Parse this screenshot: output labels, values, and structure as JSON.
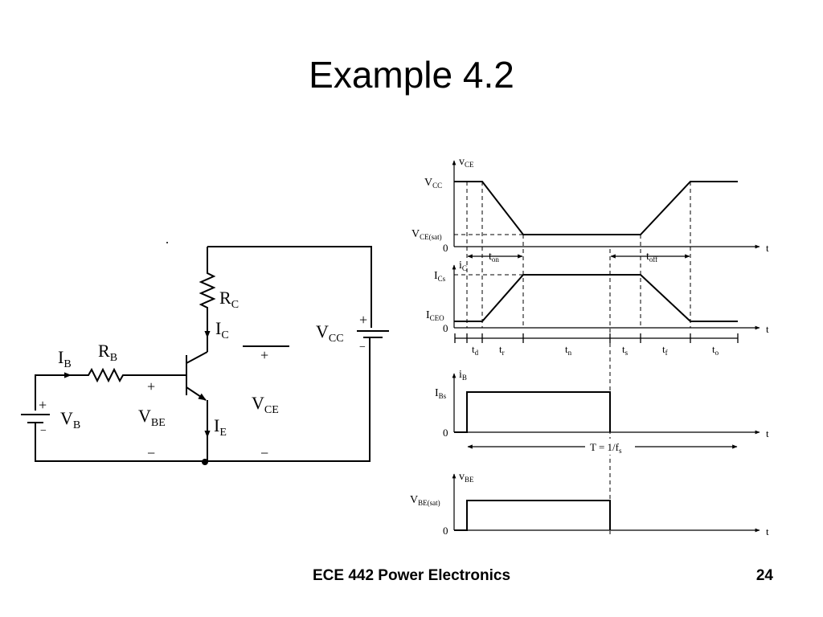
{
  "slide": {
    "title": "Example 4.2",
    "footer": "ECE 442 Power Electronics",
    "page_number": "24"
  },
  "circuit": {
    "ib": {
      "main": "I",
      "sub": "B"
    },
    "rb": {
      "main": "R",
      "sub": "B"
    },
    "rc": {
      "main": "R",
      "sub": "C"
    },
    "ic": {
      "main": "I",
      "sub": "C"
    },
    "ie": {
      "main": "I",
      "sub": "E"
    },
    "vb": {
      "main": "V",
      "sub": "B"
    },
    "vbe": {
      "main": "V",
      "sub": "BE"
    },
    "vce": {
      "main": "V",
      "sub": "CE"
    },
    "vcc": {
      "main": "V",
      "sub": "CC"
    },
    "plus": "+",
    "minus": "−"
  },
  "waveforms": {
    "time_axis": "t",
    "zero": "0",
    "vce": {
      "axis": {
        "main": "v",
        "sub": "CE"
      },
      "high": {
        "main": "V",
        "sub": "CC"
      },
      "low": {
        "main": "V",
        "sub": "CE(sat)"
      },
      "ton": {
        "main": "t",
        "sub": "on"
      },
      "toff": {
        "main": "t",
        "sub": "off"
      }
    },
    "ic": {
      "axis": {
        "main": "i",
        "sub": "C"
      },
      "high": {
        "main": "I",
        "sub": "Cs"
      },
      "low": {
        "main": "I",
        "sub": "CEO"
      },
      "intervals": [
        {
          "main": "t",
          "sub": "d"
        },
        {
          "main": "t",
          "sub": "r"
        },
        {
          "main": "t",
          "sub": "n"
        },
        {
          "main": "t",
          "sub": "s"
        },
        {
          "main": "t",
          "sub": "f"
        },
        {
          "main": "t",
          "sub": "o"
        }
      ]
    },
    "ib": {
      "axis": {
        "main": "i",
        "sub": "B"
      },
      "high": {
        "main": "I",
        "sub": "Bs"
      },
      "period": {
        "main": "T = 1/f",
        "sub": "s"
      }
    },
    "vbe": {
      "axis": {
        "main": "v",
        "sub": "BE"
      },
      "high": {
        "main": "V",
        "sub": "BE(sat)"
      }
    }
  }
}
